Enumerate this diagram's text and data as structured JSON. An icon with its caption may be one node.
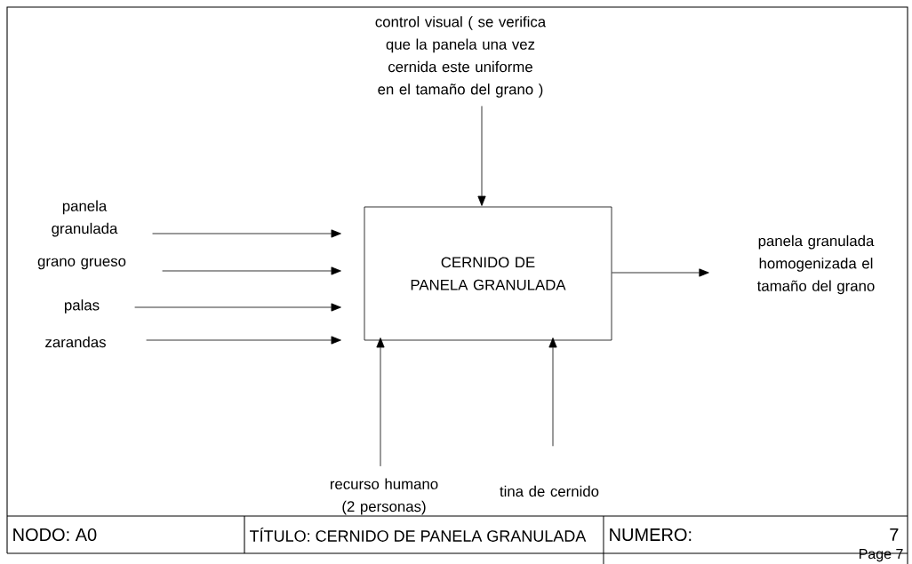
{
  "diagram": {
    "nodes": [
      {
        "text": [
          "control visual ( se verifica que la panela una vez cernida este uniforme en el tamaño del grano )"
        ]
      },
      {
        "text": [
          "panela granulada"
        ]
      },
      {
        "text": [
          "grano grueso"
        ]
      },
      {
        "text": [
          "palas"
        ]
      },
      {
        "text": [
          "zarandas"
        ]
      },
      {
        "text": [
          "CERNIDO DE PANELA GRANULADA"
        ]
      },
      {
        "text": [
          "panela granulada homogenizada el tamaño del grano"
        ]
      },
      {
        "text": [
          "recurso humano (2 personas)"
        ]
      },
      {
        "text": [
          "tina de cernido"
        ]
      }
    ],
    "edges": [
      {
        "from": 0,
        "to": 5,
        "arrow": "to"
      },
      {
        "from": 1,
        "to": 5,
        "arrow": "to"
      },
      {
        "from": 2,
        "to": 5,
        "arrow": "to"
      },
      {
        "from": 3,
        "to": 5,
        "arrow": "to"
      },
      {
        "from": 4,
        "to": 5,
        "arrow": "to"
      },
      {
        "from": 5,
        "to": 6,
        "arrow": "to"
      },
      {
        "from": 7,
        "to": 5,
        "arrow": "to"
      },
      {
        "from": 8,
        "to": 5,
        "arrow": "to"
      }
    ],
    "labels": [
      "NODO:   A0",
      "TÍTULO: CERNIDO DE PANELA GRANULADA",
      "NUMERO:",
      "7",
      "Page 7"
    ]
  }
}
